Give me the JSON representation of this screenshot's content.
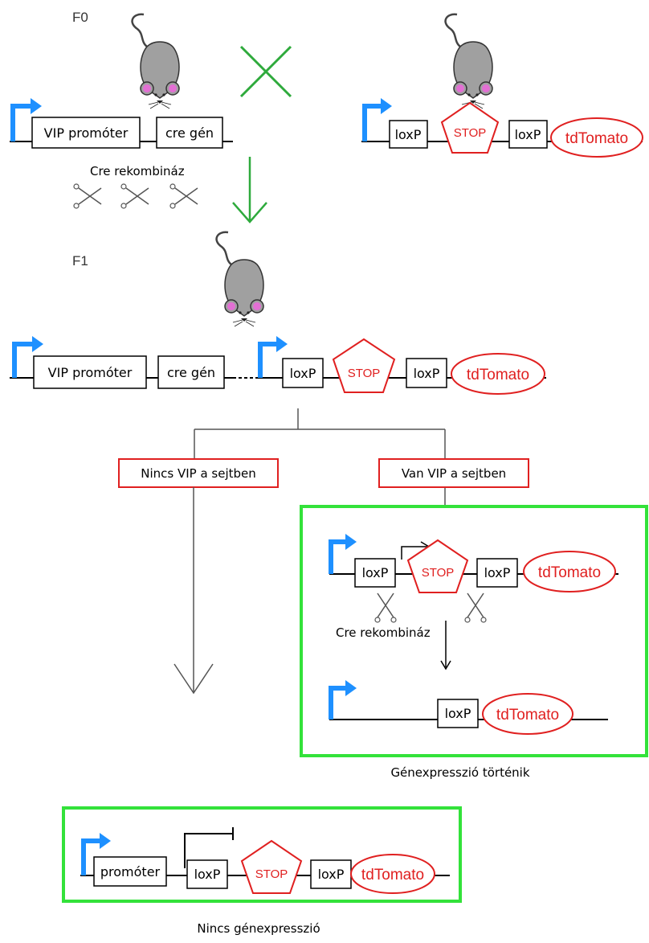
{
  "generations": {
    "f0": "F0",
    "f1": "F1"
  },
  "labels": {
    "vip_promoter": "VIP promóter",
    "cre_gene": "cre gén",
    "cre_recombinase": "Cre rekombináz",
    "loxp": "loxP",
    "stop": "STOP",
    "tdtomato": "tdTomato",
    "promoter": "promóter"
  },
  "conditions": {
    "no_vip": "Nincs VIP a sejtben",
    "vip": "Van VIP a sejtben"
  },
  "results": {
    "expression": "Génexpresszió történik",
    "no_expression": "Nincs génexpresszió"
  },
  "colors": {
    "promoter_arrow": "#1e90ff",
    "highlight_red": "#e02020",
    "panel_green": "#33e23a",
    "cross_green": "#2eaa3c",
    "mouse_gray": "#a0a0a0",
    "mouse_ear_pink": "#e36fd4"
  }
}
